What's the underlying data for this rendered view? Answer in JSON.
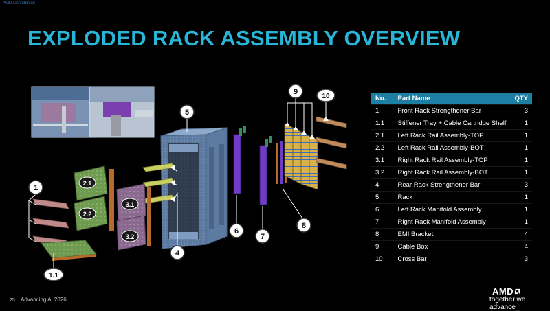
{
  "header": {
    "confidential": "AMD Confidential",
    "title": "EXPLODED RACK ASSEMBLY OVERVIEW"
  },
  "callouts": [
    "1",
    "1.1",
    "2.1",
    "2.2",
    "3.1",
    "3.2",
    "4",
    "5",
    "6",
    "7",
    "8",
    "9",
    "10"
  ],
  "table": {
    "headers": {
      "no": "No.",
      "name": "Part Name",
      "qty": "QTY"
    },
    "rows": [
      {
        "no": "1",
        "name": "Front Rack Strengthener Bar",
        "qty": "3"
      },
      {
        "no": "1.1",
        "name": "Stiffener Tray + Cable Cartridge Shelf",
        "qty": "1"
      },
      {
        "no": "2.1",
        "name": "Left Rack Rail Assembly-TOP",
        "qty": "1"
      },
      {
        "no": "2.2",
        "name": "Left Rack Rail Assembly-BOT",
        "qty": "1"
      },
      {
        "no": "3.1",
        "name": "Right Rack Rail Assembly-TOP",
        "qty": "1"
      },
      {
        "no": "3.2",
        "name": "Right Rack Rail Assembly-BOT",
        "qty": "1"
      },
      {
        "no": "4",
        "name": "Rear Rack Strengthener Bar",
        "qty": "3"
      },
      {
        "no": "5",
        "name": "Rack",
        "qty": "1"
      },
      {
        "no": "6",
        "name": "Left Rack Manifold Assembly",
        "qty": "1"
      },
      {
        "no": "7",
        "name": "Right Rack Manifold Assembly",
        "qty": "1"
      },
      {
        "no": "8",
        "name": "EMI Bracket",
        "qty": "4"
      },
      {
        "no": "9",
        "name": "Cable Box",
        "qty": "4"
      },
      {
        "no": "10",
        "name": "Cross Bar",
        "qty": "3"
      }
    ]
  },
  "footer": {
    "page_number": "25",
    "event": "Advancing AI 2026",
    "logo": "AMD",
    "tagline": "together we advance_"
  },
  "colors": {
    "title": "#27b6d8",
    "table_header": "#1d7fa3",
    "rack": "#6f8fb0"
  }
}
